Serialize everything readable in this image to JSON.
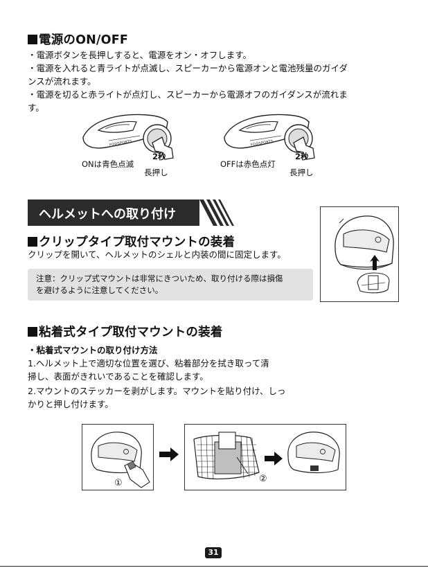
{
  "power": {
    "heading": "電源のON/OFF",
    "lines": [
      "・電源ボタンを長押しすると、電源をオン・オフします。",
      "・電源を入れると青ライトが点滅し、スピーカーから電源オンと電池残量のガイダ",
      "ンスが流れます。",
      "・電源を切ると赤ライトが点灯し、スピーカーから電源オフのガイダンスが流れま",
      "す。"
    ],
    "device_brand": "FODSPORTS",
    "fig_on": {
      "status": "ONは青色点滅",
      "seconds": "2秒",
      "press": "長押し"
    },
    "fig_off": {
      "status": "OFFは赤色点灯",
      "seconds": "2秒",
      "press": "長押し"
    }
  },
  "mount": {
    "banner": "ヘルメットへの取り付け",
    "clip_heading": "クリップタイプ取付マウントの装着",
    "clip_text": "クリップを開いて、ヘルメットのシェルと内装の間に固定します。",
    "note_lines": [
      "注意：クリップ式マウントは非常にきついため、取り付ける際は損傷",
      "を避けるように注意してください。"
    ],
    "adhesive_heading": "粘着式タイプ取付マウントの装着",
    "adhesive_sub": "・粘着式マウントの取り付け方法",
    "adhesive_lines": [
      "1.ヘルメット上で適切な位置を選び、粘着部分を拭き取って清",
      "掃し、表面がきれいであることを確認します。",
      "2.マウントのステッカーを剥がします。マウントを貼り付け、しっ",
      "かりと押し付けます。"
    ],
    "step1": "①",
    "step2": "②"
  },
  "page": {
    "number": "31"
  }
}
